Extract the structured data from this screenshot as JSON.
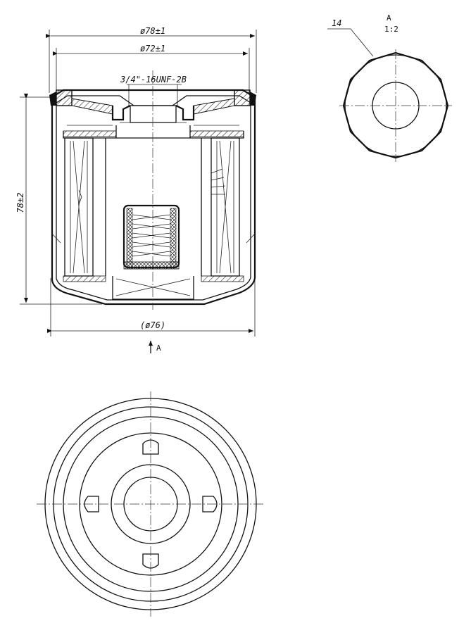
{
  "labels": {
    "outer_diameter": "ø78±1",
    "gasket_diameter": "ø72±1",
    "thread": "3/4\"-16UNF-2B",
    "height": "78±2",
    "base_diameter": "(ø76)",
    "view_arrow": "A",
    "detail_leader": "14",
    "detail_title": "A",
    "detail_scale": "1:2"
  }
}
